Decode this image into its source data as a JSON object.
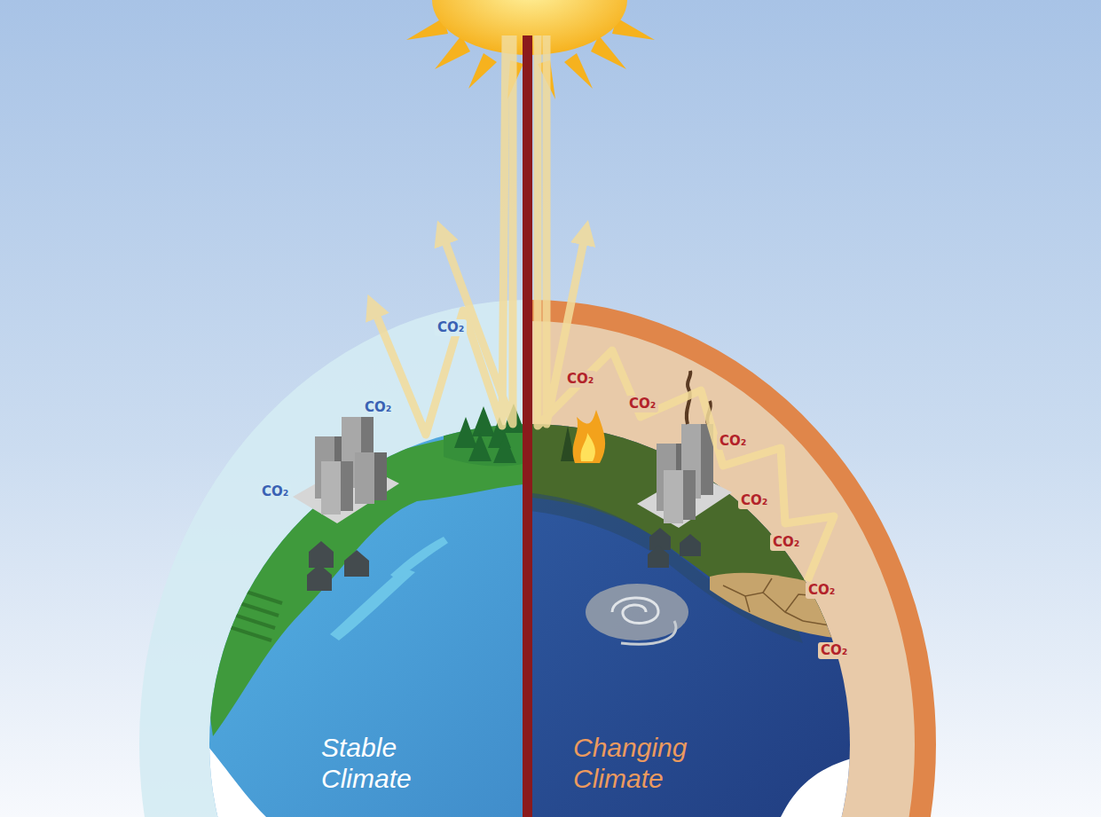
{
  "diagram": {
    "labels": [
      "CO₂",
      "CO₂",
      "CO₂",
      "CO₂",
      "CO₂",
      "CO₂",
      "CO₂",
      "CO₂",
      "CO₂",
      "CO₂",
      "Stable Climate",
      "Changing Climate"
    ]
  }
}
